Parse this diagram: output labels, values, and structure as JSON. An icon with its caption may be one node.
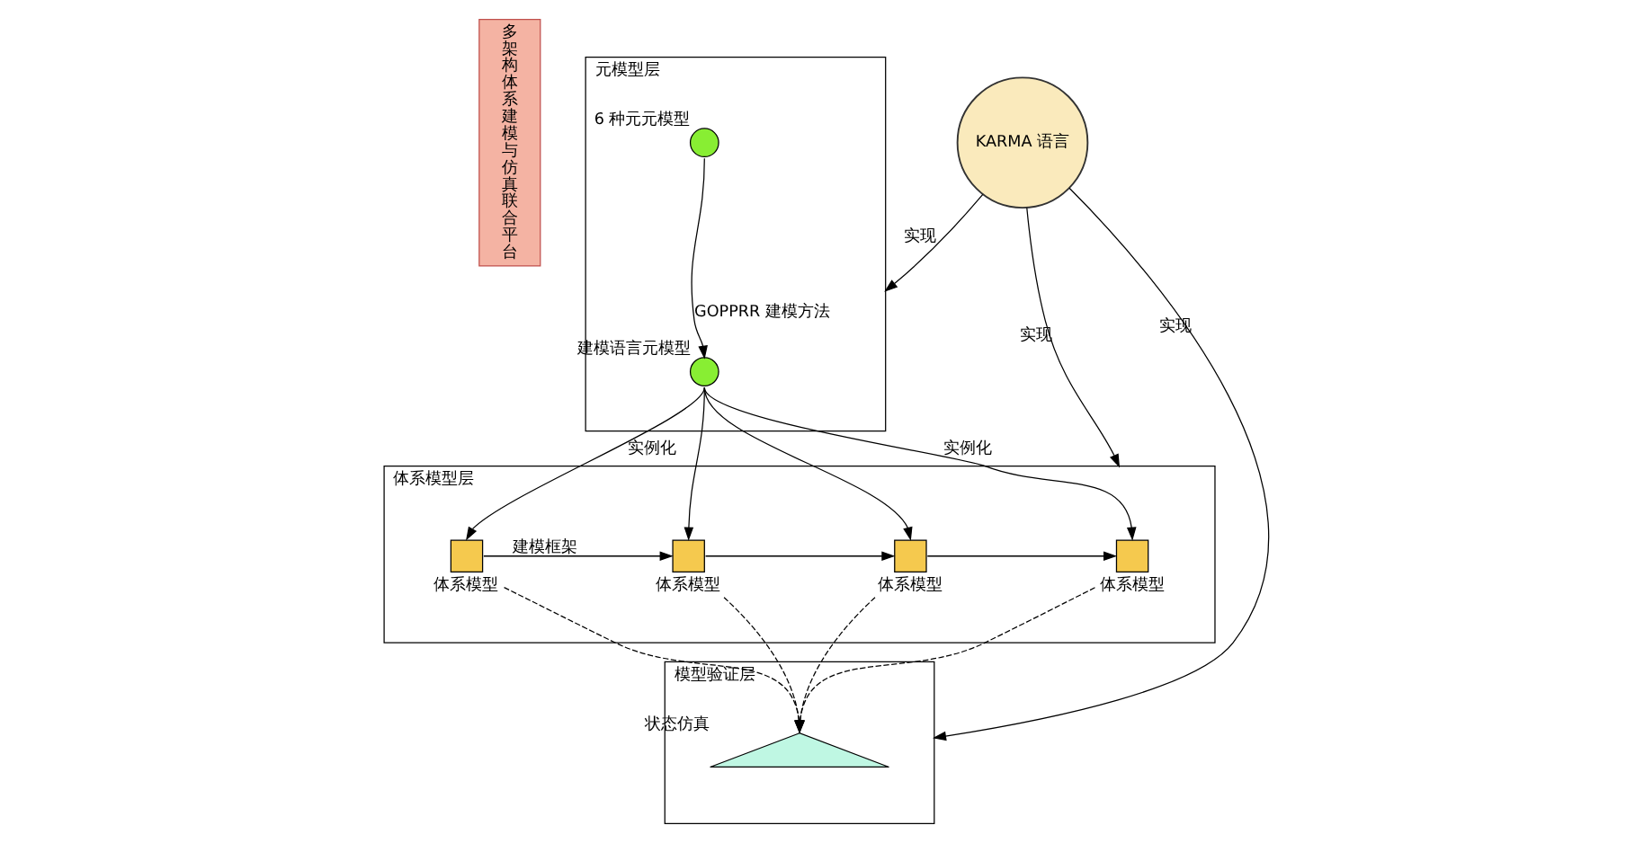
{
  "diagram": {
    "nodes": [
      {
        "text": [
          "多架构体系建模与仿真联合平台"
        ]
      },
      {
        "text": [
          "元模型层"
        ]
      },
      {
        "text": [],
        "shape": "circle",
        "beside": [
          "6 种元元模型"
        ],
        "in": 1
      },
      {
        "text": [],
        "shape": "circle",
        "beside": [
          "建模语言元模型"
        ],
        "in": 1
      },
      {
        "text": [
          "体系模型层"
        ]
      },
      {
        "text": [],
        "shape": "box",
        "beside": [
          "体系模型"
        ],
        "in": 4
      },
      {
        "text": [],
        "shape": "box",
        "beside": [
          "体系模型"
        ],
        "in": 4
      },
      {
        "text": [],
        "shape": "box",
        "beside": [
          "体系模型"
        ],
        "in": 4
      },
      {
        "text": [],
        "shape": "box",
        "beside": [
          "体系模型"
        ],
        "in": 4
      },
      {
        "text": [
          "模型验证层"
        ]
      },
      {
        "text": [],
        "shape": "triangle",
        "beside": [
          "状态仿真"
        ],
        "in": 9
      },
      {
        "text": [
          "KARMA 语言"
        ]
      }
    ],
    "edges": [
      {
        "from": 2,
        "to": 3,
        "arrow": "to",
        "label": "GOPPRR 建模方法"
      },
      {
        "from": 3,
        "to": 5,
        "arrow": "to",
        "label": "实例化"
      },
      {
        "from": 3,
        "to": 6,
        "arrow": "to"
      },
      {
        "from": 3,
        "to": 7,
        "arrow": "to"
      },
      {
        "from": 3,
        "to": 8,
        "arrow": "to",
        "label": "实例化"
      },
      {
        "from": 5,
        "to": 6,
        "arrow": "to",
        "label": "建模框架"
      },
      {
        "from": 6,
        "to": 7,
        "arrow": "to"
      },
      {
        "from": 7,
        "to": 8,
        "arrow": "to"
      },
      {
        "from": 5,
        "to": 10,
        "arrow": "to",
        "style": "dashed"
      },
      {
        "from": 6,
        "to": 10,
        "arrow": "to",
        "style": "dashed"
      },
      {
        "from": 7,
        "to": 10,
        "arrow": "to",
        "style": "dashed"
      },
      {
        "from": 8,
        "to": 10,
        "arrow": "to",
        "style": "dashed"
      },
      {
        "from": 11,
        "to": 1,
        "arrow": "to",
        "label": "实现"
      },
      {
        "from": 11,
        "to": 4,
        "arrow": "to",
        "label": "实现"
      },
      {
        "from": 11,
        "to": 9,
        "arrow": "to",
        "label": "实现"
      }
    ]
  }
}
